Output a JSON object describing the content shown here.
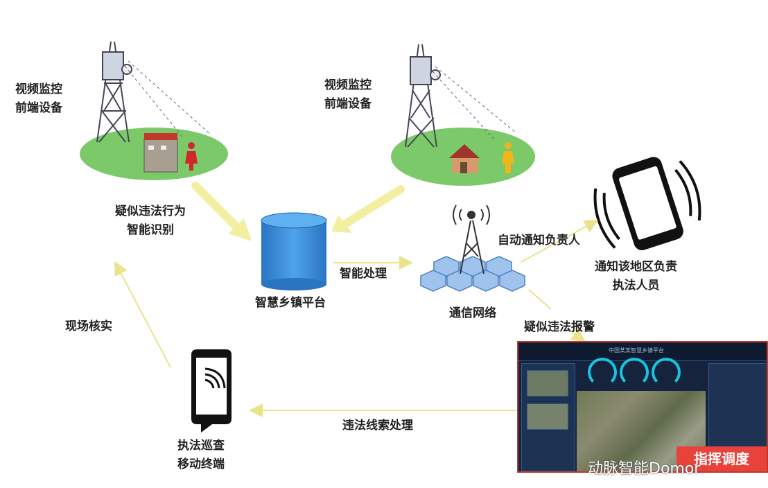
{
  "labels": {
    "video_front_left": [
      "视频监控",
      "前端设备"
    ],
    "video_front_right": [
      "视频监控",
      "前端设备"
    ],
    "suspected_identify": [
      "疑似违法行为",
      "智能识别"
    ],
    "platform": "智慧乡镇平台",
    "smart_processing": "智能处理",
    "network": "通信网络",
    "auto_notify": "自动通知负责人",
    "notify_officer": [
      "通知该地区负责",
      "执法人员"
    ],
    "suspected_alarm": "疑似违法报警",
    "onsite_verify": "现场核实",
    "clue_processing": "违法线索处理",
    "mobile_terminal": [
      "执法巡查",
      "移动终端"
    ]
  },
  "dashboard": {
    "badge": "指挥调度",
    "title": "中国某某智慧乡镇平台"
  },
  "watermark": "动脉智能Domor",
  "colors": {
    "ground": "#7cc96a",
    "cylinder": "#2f7fd0",
    "arrow": "#f2efa0",
    "badge": "#e8423b"
  }
}
